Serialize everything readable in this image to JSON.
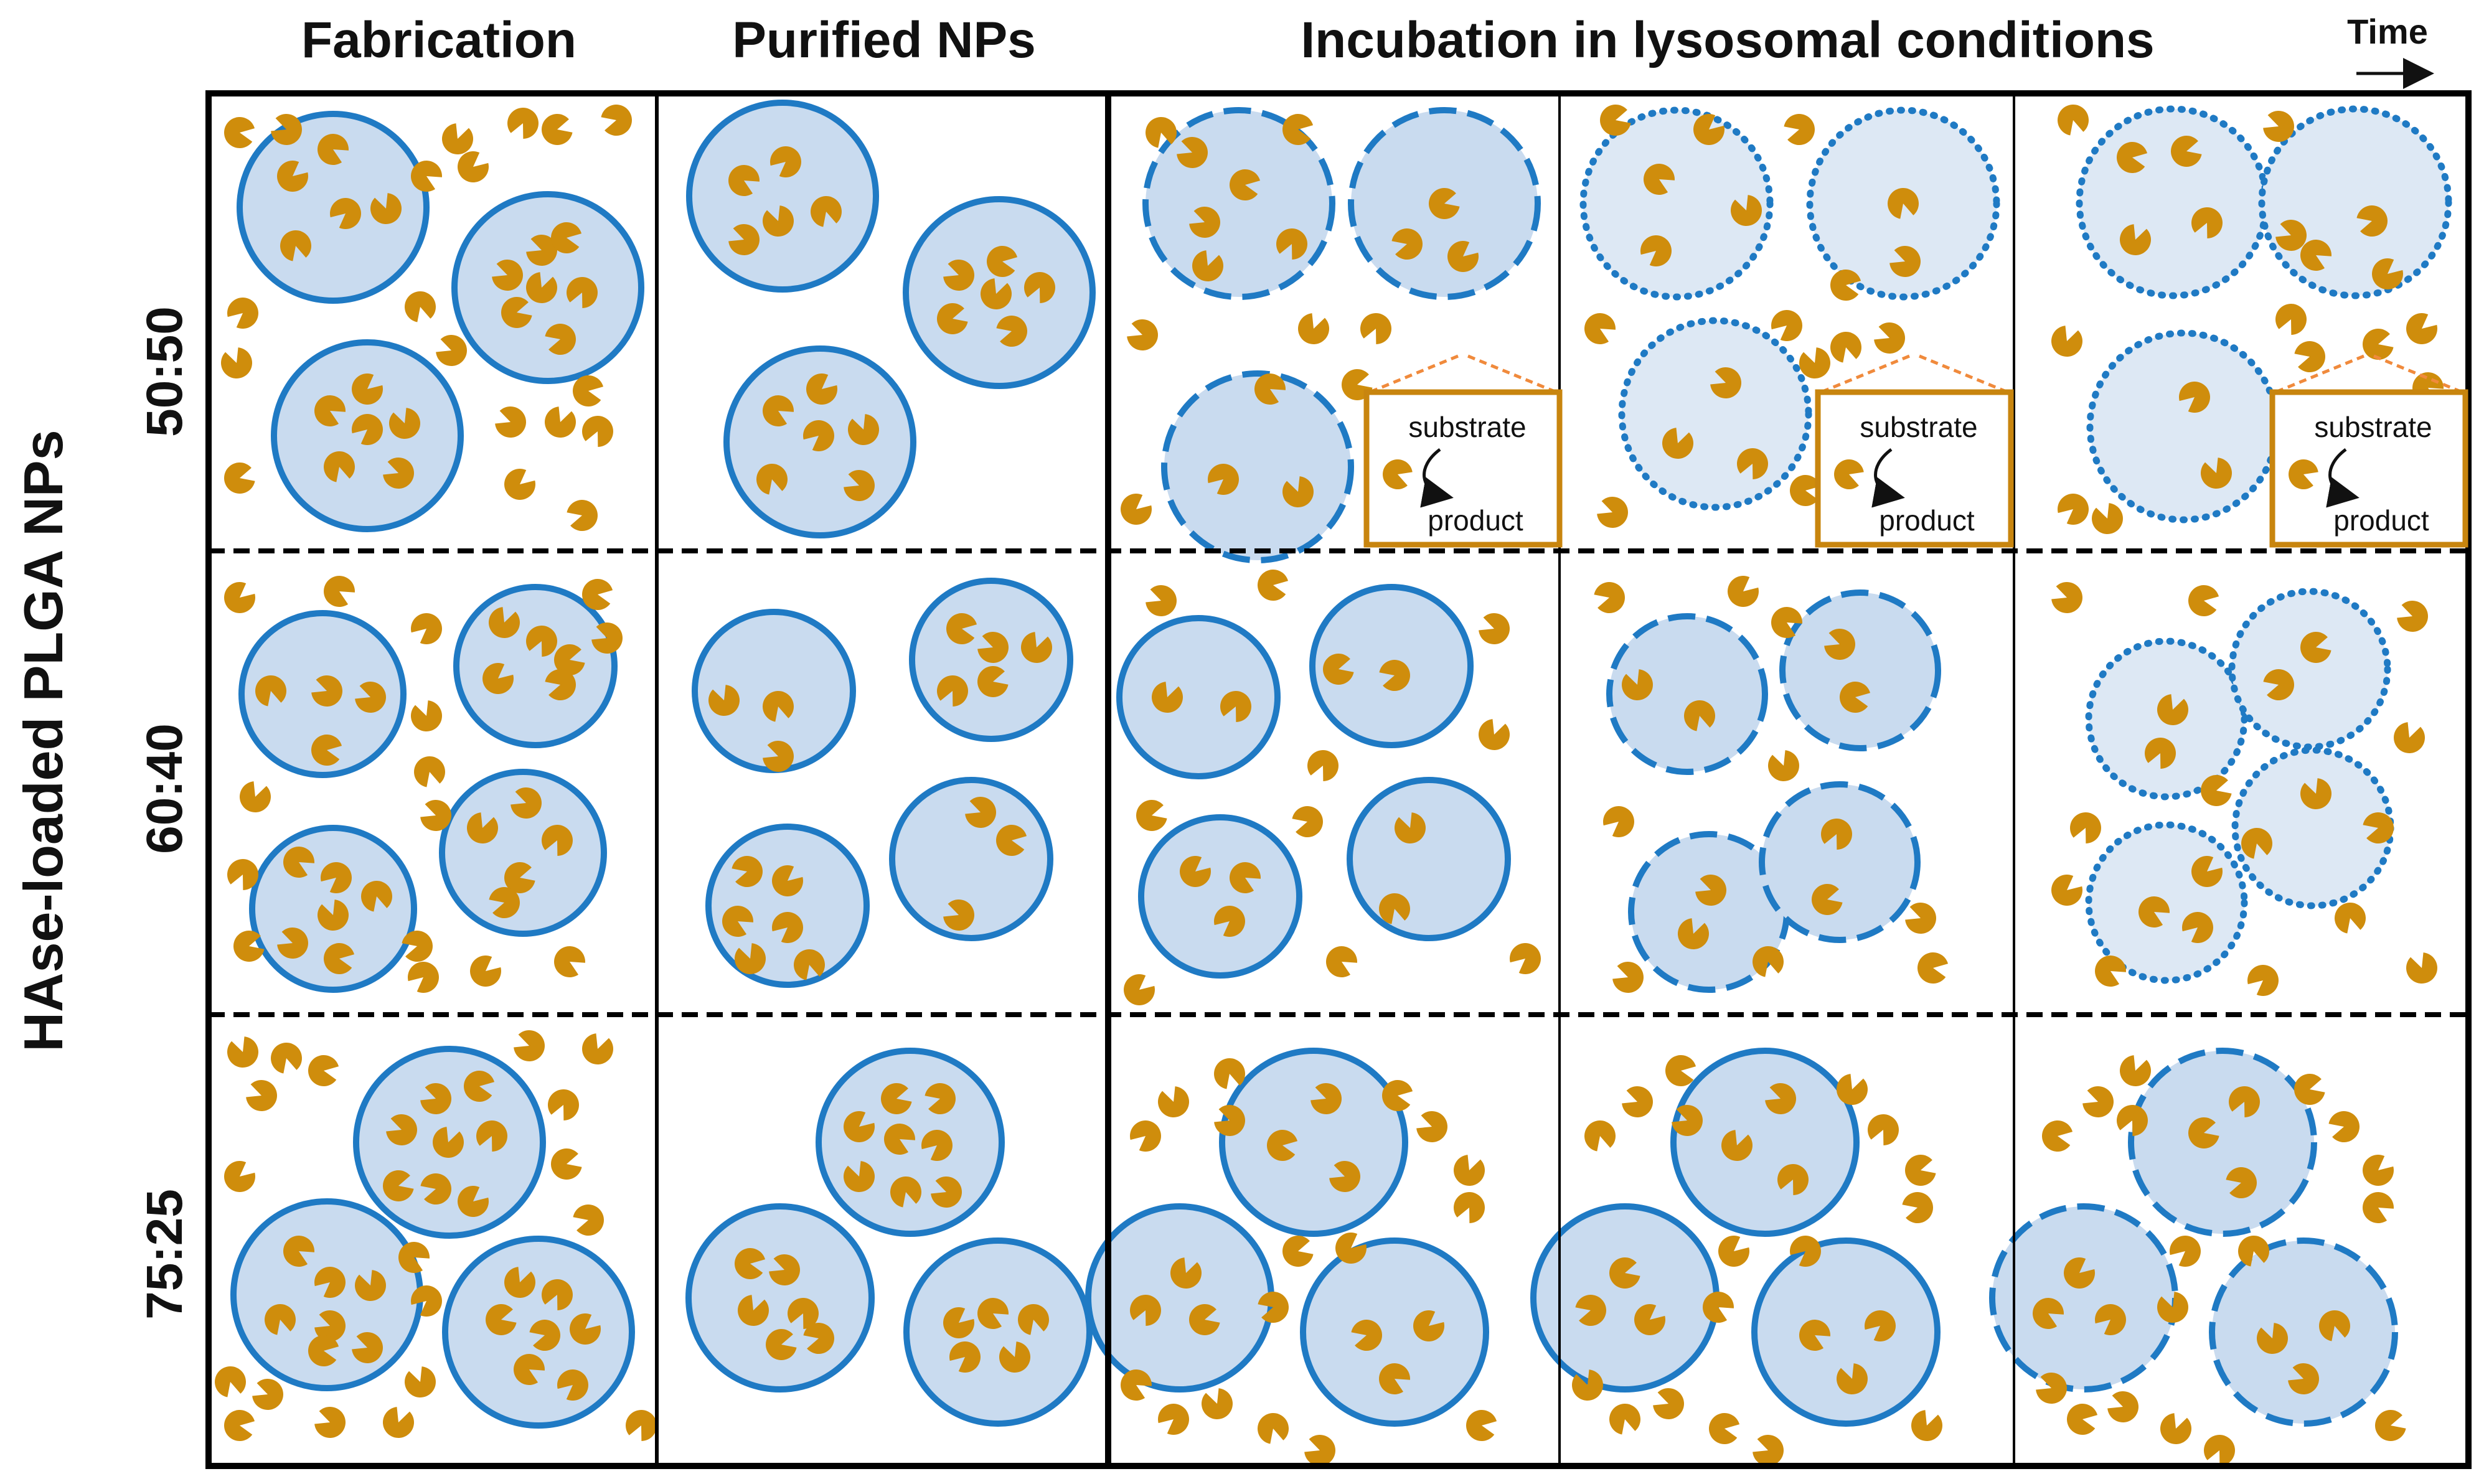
{
  "headers": {
    "fabrication": "Fabrication",
    "purified": "Purified NPs",
    "incubation": "Incubation in lysosomal conditions",
    "time": "Time"
  },
  "y_axis_label": "HAse-loaded PLGA NPs",
  "rows": [
    {
      "label": "50:50"
    },
    {
      "label": "60:40"
    },
    {
      "label": "75:25"
    }
  ],
  "inset": {
    "substrate": "substrate",
    "product": "product"
  },
  "colors": {
    "np_stroke": "#1f7ac4",
    "np_fill": "#c9dbef",
    "np_fill_faded": "#dde8f4",
    "enzyme": "#cf8d0c",
    "inset_border": "#c8850e",
    "inset_connector": "#f08a3c",
    "grid": "#000000"
  },
  "icons": [
    "enzyme-icon",
    "time-arrow-icon",
    "reaction-arrow-icon"
  ]
}
